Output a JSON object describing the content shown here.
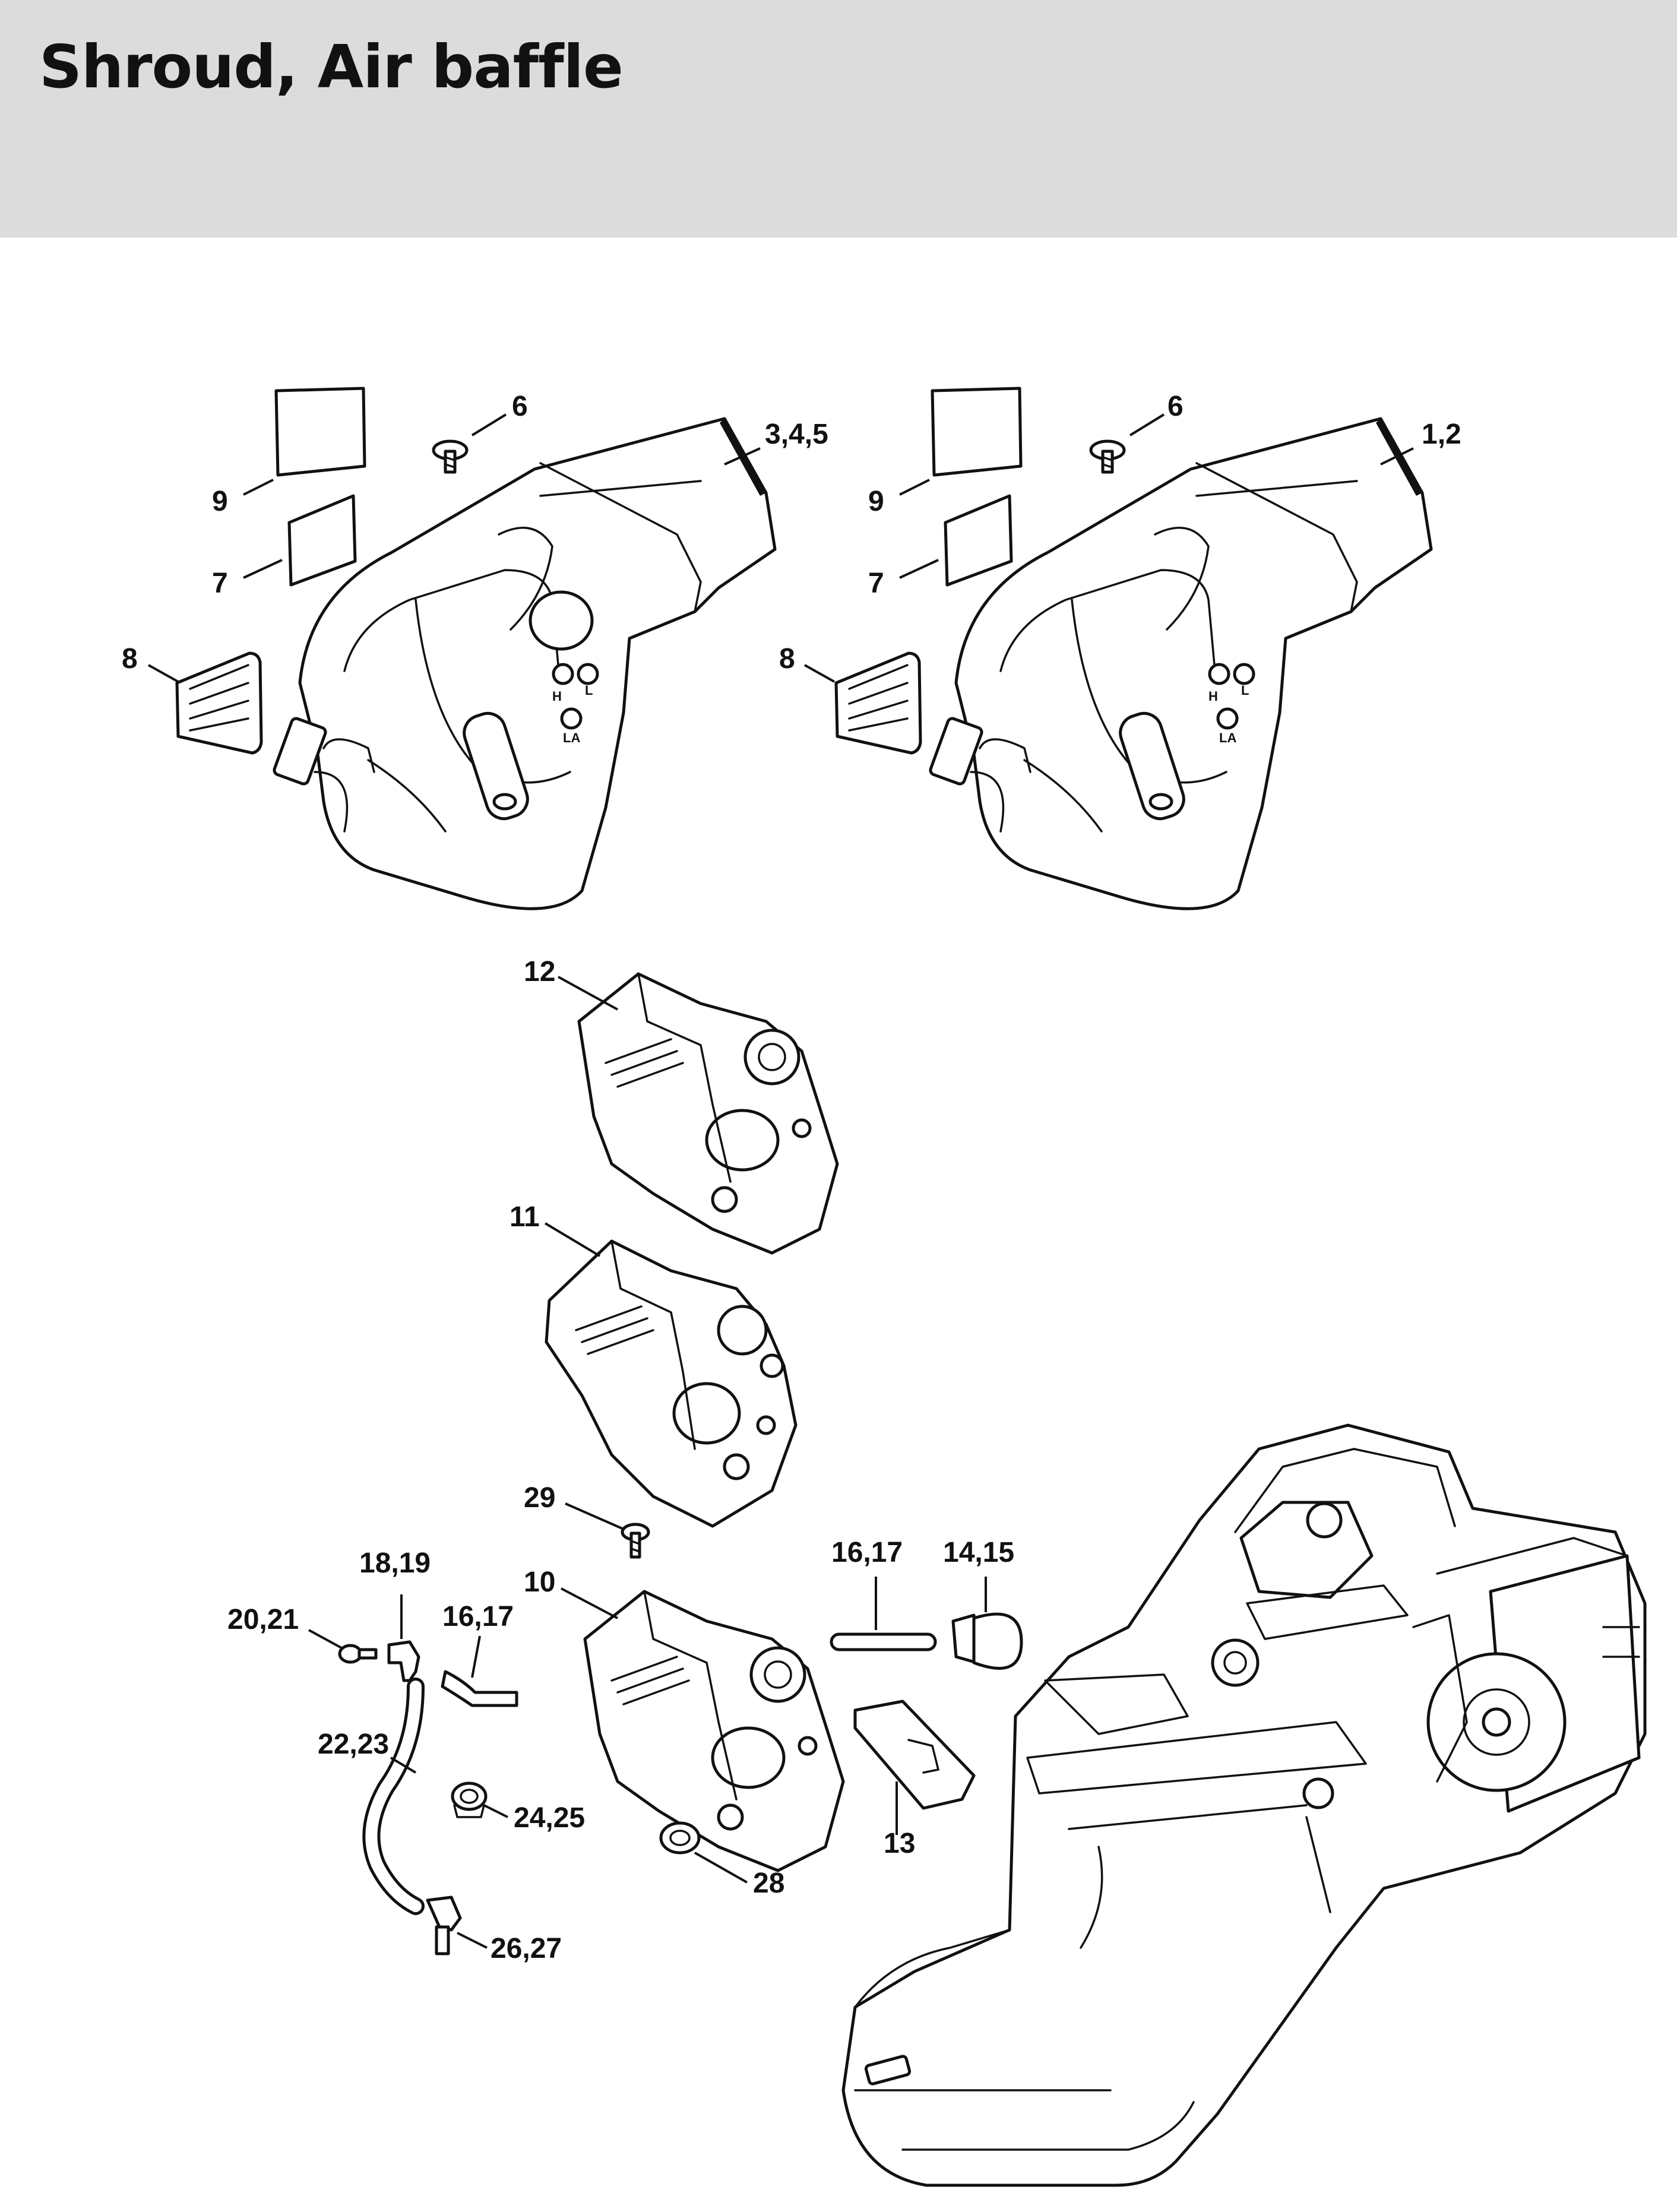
{
  "page": {
    "title": "Shroud, Air baffle"
  },
  "callouts": [
    {
      "id": "c-6a",
      "text": "6"
    },
    {
      "id": "c-345",
      "text": "3,4,5"
    },
    {
      "id": "c-9a",
      "text": "9"
    },
    {
      "id": "c-7a",
      "text": "7"
    },
    {
      "id": "c-8a",
      "text": "8"
    },
    {
      "id": "c-6b",
      "text": "6"
    },
    {
      "id": "c-12b",
      "text": "1,2"
    },
    {
      "id": "c-9b",
      "text": "9"
    },
    {
      "id": "c-7b",
      "text": "7"
    },
    {
      "id": "c-8b",
      "text": "8"
    },
    {
      "id": "c-12",
      "text": "12"
    },
    {
      "id": "c-11",
      "text": "11"
    },
    {
      "id": "c-29",
      "text": "29"
    },
    {
      "id": "c-10",
      "text": "10"
    },
    {
      "id": "c-1819",
      "text": "18,19"
    },
    {
      "id": "c-2021",
      "text": "20,21"
    },
    {
      "id": "c-1617a",
      "text": "16,17"
    },
    {
      "id": "c-1617b",
      "text": "16,17"
    },
    {
      "id": "c-1415",
      "text": "14,15"
    },
    {
      "id": "c-2223",
      "text": "22,23"
    },
    {
      "id": "c-2425",
      "text": "24,25"
    },
    {
      "id": "c-13",
      "text": "13"
    },
    {
      "id": "c-28",
      "text": "28"
    },
    {
      "id": "c-2627",
      "text": "26,27"
    }
  ],
  "shroud_markings": {
    "high_speed": "H",
    "low_speed": "L",
    "idle": "LA"
  }
}
